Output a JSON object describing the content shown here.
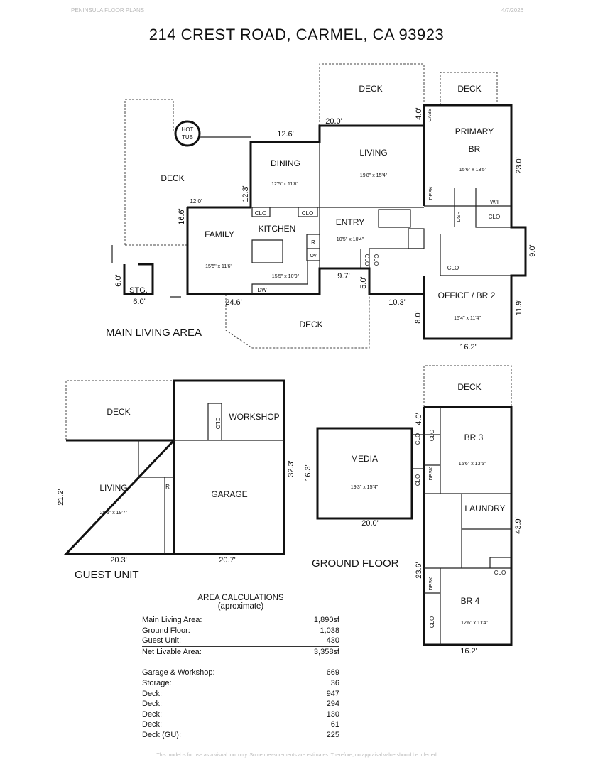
{
  "header": {
    "company": "PENINSULA FLOOR PLANS",
    "date": "4/7/2026"
  },
  "title": "214 CREST ROAD, CARMEL, CA  93923",
  "main_living_area": {
    "section_label": "MAIN LIVING AREA",
    "rooms": {
      "deck_top": "DECK",
      "deck_left": "DECK",
      "deck_bottom": "DECK",
      "deck_primary": "DECK",
      "hot_tub_1": "HOT",
      "hot_tub_2": "TUB",
      "dining": "DINING",
      "dining_size": "12'5\" x 11'8\"",
      "living": "LIVING",
      "living_size": "19'8\" x 15'4\"",
      "primary_1": "PRIMARY",
      "primary_2": "BR",
      "primary_size": "15'6\" x 13'5\"",
      "family": "FAMILY",
      "family_size": "15'5\" x 11'6\"",
      "kitchen": "KITCHEN",
      "kitchen_size": "15'5\" x 10'9\"",
      "entry": "ENTRY",
      "entry_size": "10'5\" x 10'4\"",
      "office": "OFFICE / BR 2",
      "office_size": "15'4\" x 11'4\"",
      "wi": "W/I",
      "wi_clo": "CLO",
      "clo1": "CLO",
      "clo2": "CLO",
      "clo3": "CLO",
      "clo4": "CLO",
      "clo5": "CLO",
      "stg": "STG.",
      "cabs": "CABS",
      "desk": "DESK",
      "dsr": "DSR",
      "r": "R",
      "ov": "Ov",
      "dw": "DW"
    },
    "dims": {
      "d_20_0": "20.0'",
      "d_4_0": "4.0'",
      "d_12_6": "12.6'",
      "d_23_0": "23.0'",
      "d_12_3": "12.3'",
      "d_12_0": "12.0'",
      "d_16_6": "16.6'",
      "d_9_0": "9.0'",
      "d_6_0v": "6.0'",
      "d_6_0h": "6.0'",
      "d_9_7": "9.7'",
      "d_5_0": "5.0'",
      "d_24_6": "24.6'",
      "d_10_3": "10.3'",
      "d_8_0": "8.0'",
      "d_11_9": "11.9'",
      "d_16_2": "16.2'"
    }
  },
  "guest_unit": {
    "section_label": "GUEST UNIT",
    "rooms": {
      "deck": "DECK",
      "workshop": "WORKSHOP",
      "clo": "CLO",
      "living": "LIVING",
      "living_size": "20'5\" x 19'7\"",
      "garage": "GARAGE",
      "r": "R"
    },
    "dims": {
      "d_21_2": "21.2'",
      "d_32_3": "32.3'",
      "d_20_3": "20.3'",
      "d_20_7": "20.7'"
    }
  },
  "ground_floor": {
    "section_label": "GROUND FLOOR",
    "rooms": {
      "deck": "DECK",
      "media": "MEDIA",
      "media_size": "19'3\" x 15'4\"",
      "br3": "BR 3",
      "br3_size": "15'6\" x 13'5\"",
      "laundry": "LAUNDRY",
      "br4": "BR 4",
      "br4_size": "12'6\" x 11'4\"",
      "clo1": "CLO",
      "clo2": "CLO",
      "clo3": "CLO",
      "clo4": "CLO",
      "clo5": "CLO",
      "desk1": "DESK",
      "desk2": "DESK"
    },
    "dims": {
      "d_4_0": "4.0'",
      "d_16_3": "16.3'",
      "d_20_0": "20.0'",
      "d_43_9": "43.9'",
      "d_23_6": "23.6'",
      "d_16_2": "16.2'"
    }
  },
  "area_calculations": {
    "title": "AREA CALCULATIONS",
    "subtitle": "(aproximate)",
    "rows": [
      {
        "label": "Main Living Area:",
        "value": "1,890sf"
      },
      {
        "label": "Ground Floor:",
        "value": "1,038"
      },
      {
        "label": "Guest Unit:",
        "value": "430"
      },
      {
        "label": "Net Livable Area:",
        "value": "3,358sf"
      }
    ],
    "rows2": [
      {
        "label": "Garage & Workshop:",
        "value": "669"
      },
      {
        "label": "Storage:",
        "value": "36"
      },
      {
        "label": "Deck:",
        "value": "947"
      },
      {
        "label": "Deck:",
        "value": "294"
      },
      {
        "label": "Deck:",
        "value": "130"
      },
      {
        "label": "Deck:",
        "value": "61"
      },
      {
        "label": "Deck (GU):",
        "value": "225"
      }
    ]
  },
  "footer": "This model is for use as a visual tool only. Some measurements are estimates. Therefore, no appraisal value should be inferred"
}
